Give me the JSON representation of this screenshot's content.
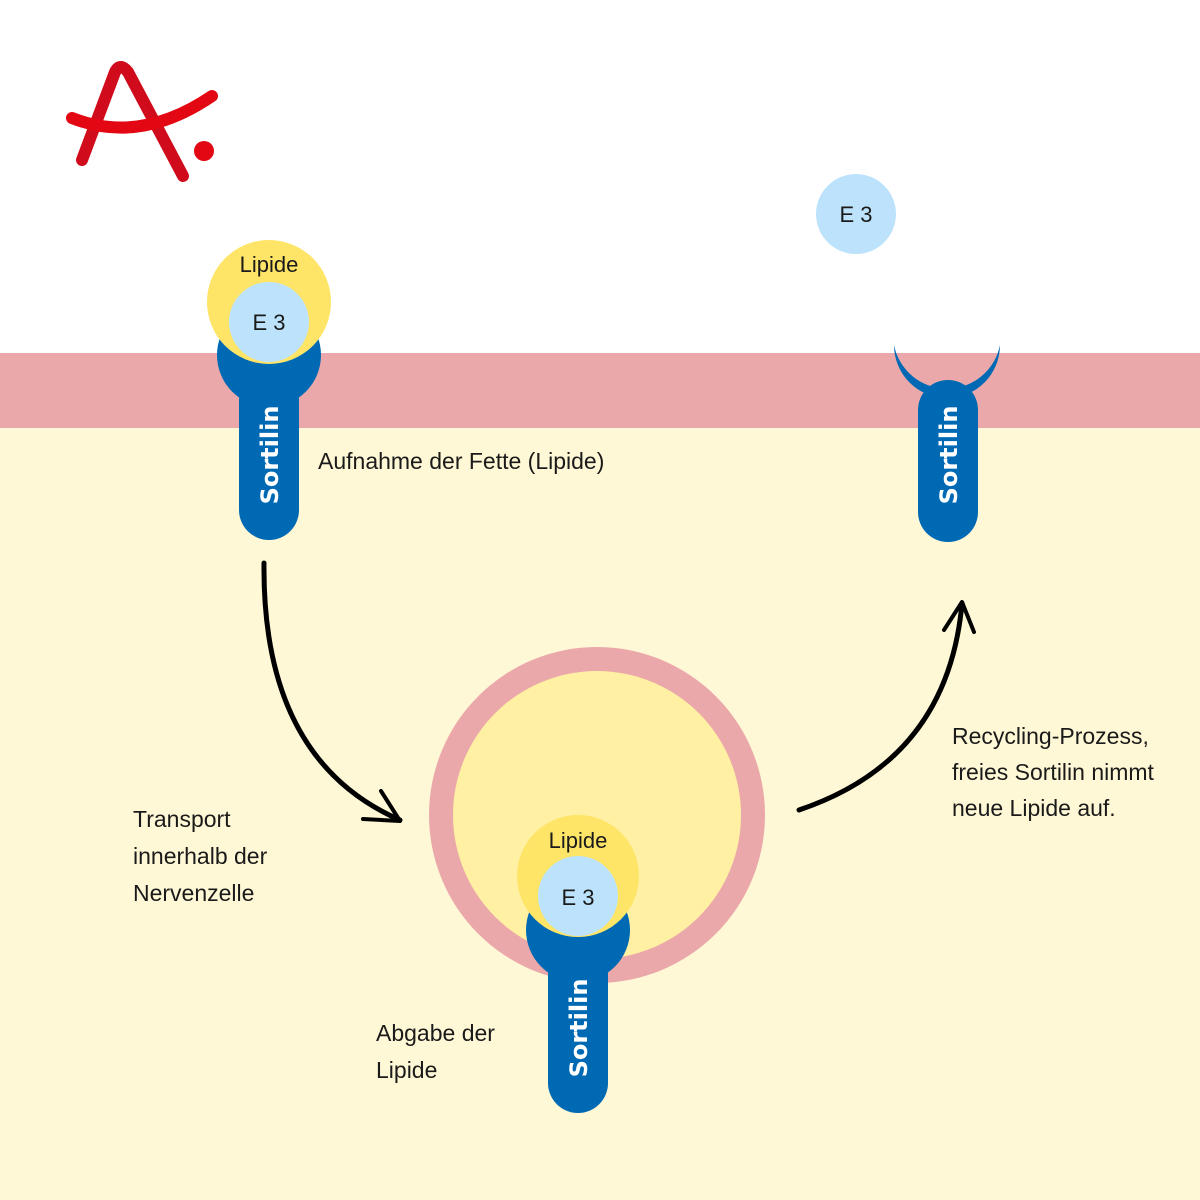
{
  "colors": {
    "background_top": "#ffffff",
    "membrane": "#eba8aa",
    "cytoplasm": "#fff8d6",
    "vesicle_lumen": "#fff0a3",
    "lipid": "#fee568",
    "e3": "#bce3fb",
    "sortilin": "#0069b4",
    "logo_red": "#e30613",
    "arrow": "#000000"
  },
  "logo": {
    "name": "A-logo"
  },
  "receptor_label": "Sortilin",
  "lipid_label": "Lipide",
  "e3_label": "E 3",
  "captions": {
    "uptake": "Aufnahme der Fette (Lipide)",
    "transport": [
      "Transport",
      "innerhalb der",
      "Nervenzelle"
    ],
    "release": [
      "Abgabe der",
      "Lipide"
    ],
    "recycling": [
      "Recycling-Prozess,",
      "freies Sortilin nimmt",
      "neue Lipide auf."
    ]
  }
}
